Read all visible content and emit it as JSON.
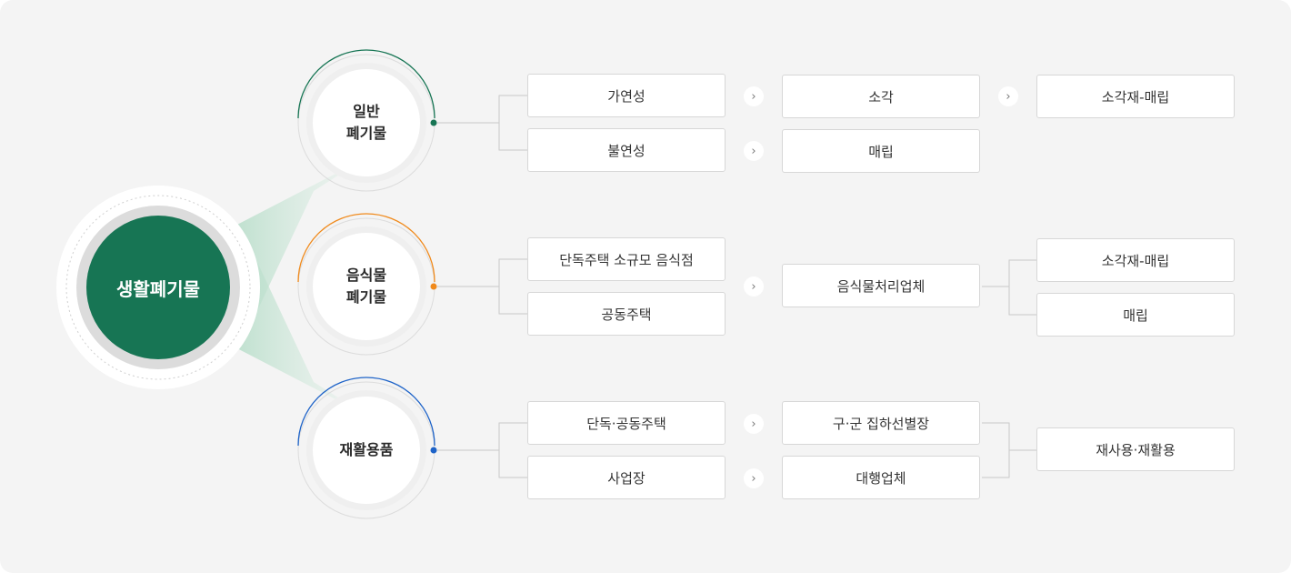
{
  "center": {
    "label": "생활폐기물",
    "color": "#177554"
  },
  "groups": [
    {
      "label_line1": "일반",
      "label_line2": "폐기물",
      "accent": "#177554",
      "sources": [
        "가연성",
        "불연성"
      ],
      "processes": [
        "소각",
        "매립"
      ],
      "finals": [
        "소각재-매립"
      ]
    },
    {
      "label_line1": "음식물",
      "label_line2": "폐기물",
      "accent": "#f08a1c",
      "sources": [
        "단독주택 소규모 음식점",
        "공동주택"
      ],
      "processes": [
        "음식물처리업체"
      ],
      "finals": [
        "소각재-매립",
        "매립"
      ]
    },
    {
      "label_line1": "재활용품",
      "label_line2": "",
      "accent": "#1e63c8",
      "sources": [
        "단독·공동주택",
        "사업장"
      ],
      "processes": [
        "구·군 집하선별장",
        "대행업체"
      ],
      "finals": [
        "재사용·재활용"
      ]
    }
  ],
  "arrow_icon": "chevron-right-icon"
}
